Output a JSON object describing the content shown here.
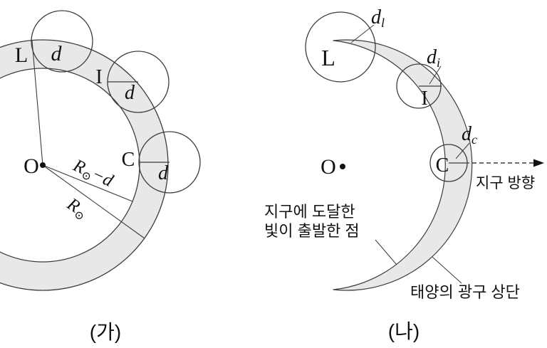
{
  "colors": {
    "ring_fill": "#e8e8e8",
    "stroke": "#3c3c3c",
    "text": "#111111"
  },
  "figure_ga": {
    "caption": "(가)",
    "o_label": "O",
    "l_label": "L",
    "i_label": "I",
    "c_label": "C",
    "d_label_l": "d",
    "d_label_i": "d",
    "d_label_c": "d",
    "r_inner_base": "R",
    "r_inner_sub": "⊙",
    "r_inner_suffix": "−d",
    "r_outer_base": "R",
    "r_outer_sub": "⊙"
  },
  "figure_na": {
    "caption": "(나)",
    "o_label": "O",
    "l_label": "L",
    "i_label": "I",
    "c_label": "C",
    "d_l_base": "d",
    "d_l_sub": "l",
    "d_i_base": "d",
    "d_i_sub": "i",
    "d_c_base": "d",
    "d_c_sub": "c",
    "earth_direction": "지구 방향",
    "departure_line1": "지구에 도달한",
    "departure_line2": "빛이 출발한 점",
    "photosphere_label": "태양의 광구 상단"
  }
}
